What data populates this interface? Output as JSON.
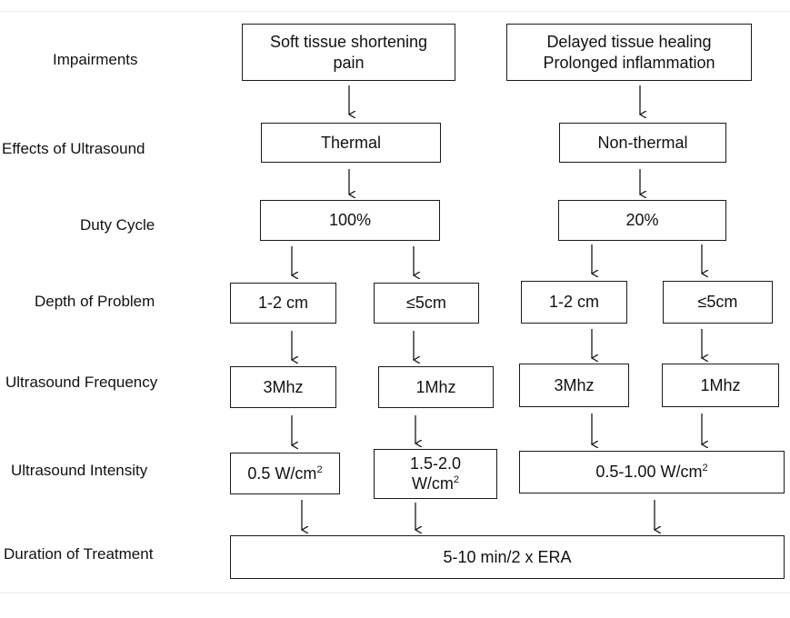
{
  "row_labels": {
    "impairments": "Impairments",
    "effects": "Effects of Ultrasound",
    "duty_cycle": "Duty Cycle",
    "depth": "Depth of Problem",
    "frequency": "Ultrasound Frequency",
    "intensity": "Ultrasound Intensity",
    "duration": "Duration of Treatment"
  },
  "boxes": {
    "impairment_left": {
      "line1": "Soft tissue shortening",
      "line2": "pain"
    },
    "impairment_right": {
      "line1": "Delayed tissue healing",
      "line2": "Prolonged inflammation"
    },
    "effect_thermal": "Thermal",
    "effect_nonthermal": "Non-thermal",
    "duty_100": "100%",
    "duty_20": "20%",
    "depth_1": "1-2 cm",
    "depth_2": "≤5cm",
    "depth_3": "1-2 cm",
    "depth_4": "≤5cm",
    "freq_1": "3Mhz",
    "freq_2": "1Mhz",
    "freq_3": "3Mhz",
    "freq_4": "1Mhz",
    "intensity_1": {
      "value": "0.5 W/cm",
      "sup": "2"
    },
    "intensity_2": {
      "line1": "1.5-2.0",
      "line2": "W/cm",
      "sup": "2"
    },
    "intensity_3": {
      "value": "0.5-1.00 W/cm",
      "sup": "2"
    },
    "duration": "5-10 min/2 x ERA"
  },
  "colors": {
    "border": "#1a1a1a",
    "text": "#111111",
    "rule": "#e9edf2"
  }
}
